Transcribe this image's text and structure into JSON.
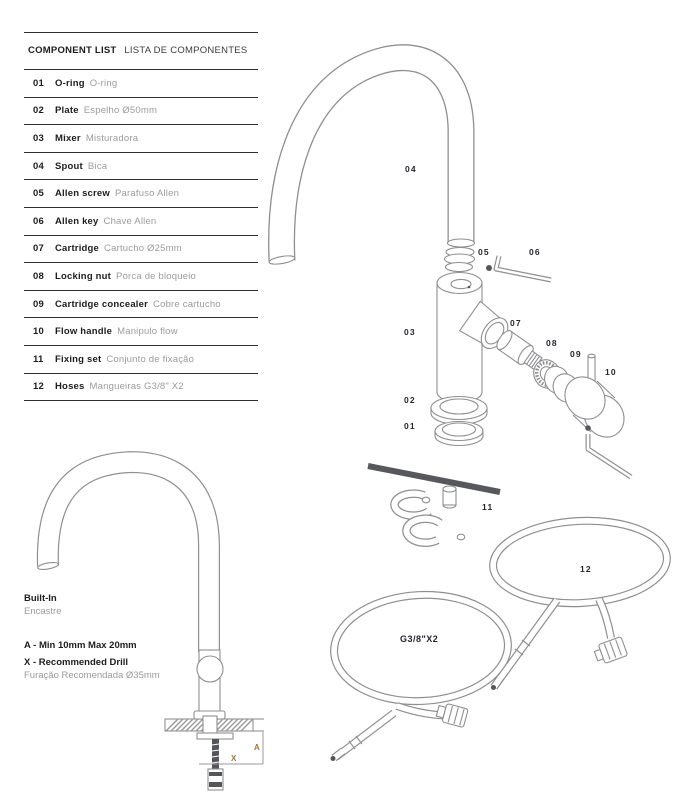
{
  "page": {
    "background": "#ffffff"
  },
  "colors": {
    "text_dark": "#1d1d1b",
    "text_grey": "#9b9b99",
    "diagram_line_grey": "#8e8f91",
    "dark_metal": "#55565a",
    "part_label": "#26262e",
    "dimension_accent": "#a4713c"
  },
  "component_list": {
    "title_en": "COMPONENT LIST",
    "title_pt": "LISTA DE COMPONENTES",
    "items": [
      {
        "num": "01",
        "en": "O-ring",
        "pt": "O-ring"
      },
      {
        "num": "02",
        "en": "Plate",
        "pt": "Espelho Ø50mm"
      },
      {
        "num": "03",
        "en": "Mixer",
        "pt": "Misturadora"
      },
      {
        "num": "04",
        "en": "Spout",
        "pt": "Bica"
      },
      {
        "num": "05",
        "en": "Allen screw",
        "pt": "Parafuso Allen"
      },
      {
        "num": "06",
        "en": "Allen key",
        "pt": "Chave Allen"
      },
      {
        "num": "07",
        "en": "Cartridge",
        "pt": "Cartucho Ø25mm"
      },
      {
        "num": "08",
        "en": "Locking nut",
        "pt": "Porca de bloqueio"
      },
      {
        "num": "09",
        "en": "Cartridge concealer",
        "pt": "Cobre cartucho"
      },
      {
        "num": "10",
        "en": "Flow handle",
        "pt": "Manipulo flow"
      },
      {
        "num": "11",
        "en": "Fixing set",
        "pt": "Conjunto de fixação"
      },
      {
        "num": "12",
        "en": "Hoses",
        "pt": "Mangueiras G3/8\" X2"
      }
    ]
  },
  "diagram": {
    "p01": "01",
    "p02": "02",
    "p03": "03",
    "p04": "04",
    "p05": "05",
    "p06": "06",
    "p07": "07",
    "p08": "08",
    "p09": "09",
    "p10": "10",
    "p11": "11",
    "p12": "12",
    "hose_spec": "G3/8\"X2"
  },
  "built_in": {
    "title_en": "Built-In",
    "title_pt": "Encastre",
    "dim_a": "A - Min 10mm Max 20mm",
    "dim_x_title": "X - Recommended Drill",
    "dim_x_pt": "Furação Recomendada Ø35mm",
    "label_a": "A",
    "label_x": "X"
  }
}
